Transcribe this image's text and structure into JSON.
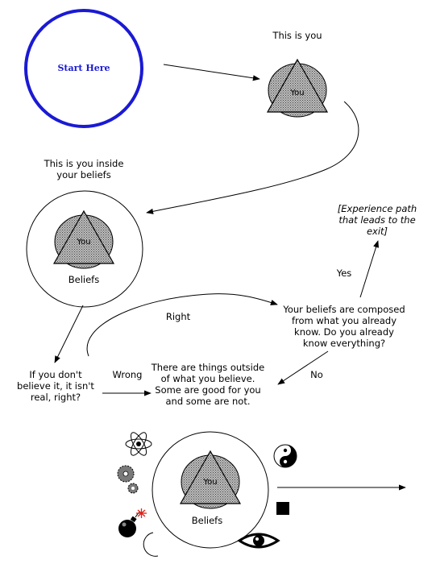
{
  "nodes": {
    "start": "Start Here",
    "this_is_you": "This is you",
    "you_symbol": "You",
    "inside_beliefs_line1": "This is you inside",
    "inside_beliefs_line2": "your beliefs",
    "beliefs": "Beliefs",
    "question_line1": "Your beliefs are composed",
    "question_line2": "from what you already",
    "question_line3": "know.  Do you already",
    "question_line4": "know everything?",
    "experience_line1": "[Experience path",
    "experience_line2": "that leads to the",
    "experience_line3": "exit]",
    "dont_believe_line1": "If you don't",
    "dont_believe_line2": "believe it, it isn't",
    "dont_believe_line3": "real, right?",
    "outside_line1": "There are things outside",
    "outside_line2": "of what you believe.",
    "outside_line3": "Some are good for you",
    "outside_line4": "and some are not."
  },
  "edges": {
    "yes": "Yes",
    "no": "No",
    "right": "Right",
    "wrong": "Wrong"
  },
  "icons": [
    "atom-icon",
    "gears-icon",
    "bomb-icon",
    "crescent-moon-icon",
    "yin-yang-icon",
    "black-square-icon",
    "eye-icon"
  ],
  "colors": {
    "start_circle": "#1a1ad4",
    "symbol_fill": "#9a9a9a"
  }
}
